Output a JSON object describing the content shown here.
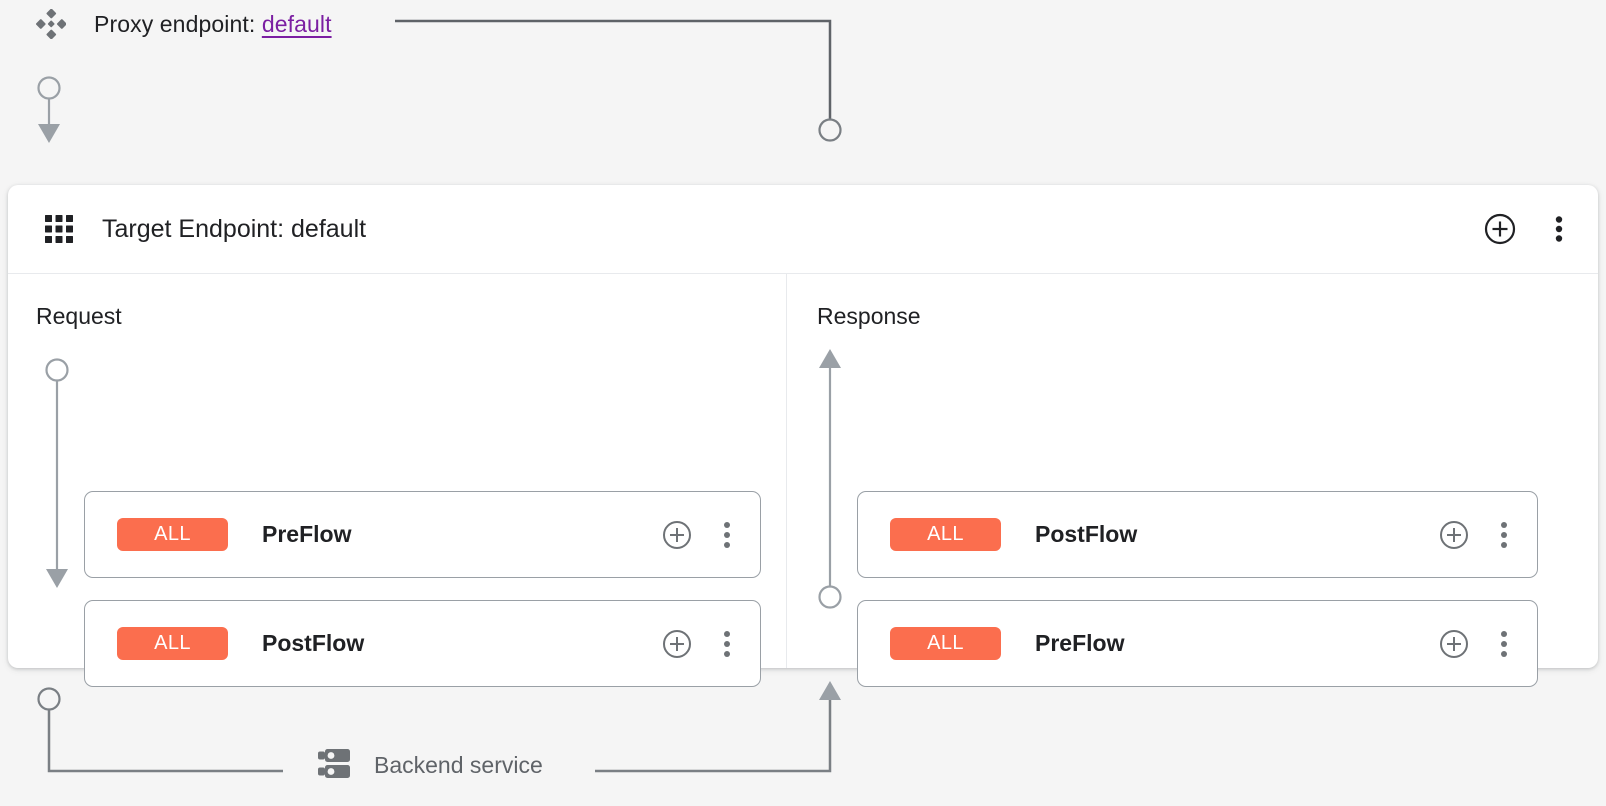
{
  "canvas": {
    "background": "#F5F5F5",
    "panel_background": "#FFFFFF",
    "accent_orange": "#FB6E4E",
    "link_purple": "#7B1FA2",
    "connector_gray": "#5F6368",
    "text_primary": "#202124",
    "text_secondary": "#5F6368"
  },
  "proxy": {
    "icon": "proxy-endpoint-diamond-icon",
    "label_prefix": "Proxy endpoint:",
    "endpoint_name": "default"
  },
  "target_panel": {
    "icon": "grid-apps-icon",
    "title": "Target Endpoint: default",
    "actions": [
      {
        "icon": "plus-circle-icon",
        "name": "add-policy-button"
      },
      {
        "icon": "more-vert-icon",
        "name": "panel-overflow-menu-button"
      }
    ],
    "columns": [
      {
        "title": "Request",
        "direction": "down",
        "flows": [
          {
            "badge": "ALL",
            "name": "PreFlow",
            "badge_color": "#FB6E4E"
          },
          {
            "badge": "ALL",
            "name": "PostFlow",
            "badge_color": "#FB6E4E"
          }
        ]
      },
      {
        "title": "Response",
        "direction": "up",
        "flows": [
          {
            "badge": "ALL",
            "name": "PostFlow",
            "badge_color": "#FB6E4E"
          },
          {
            "badge": "ALL",
            "name": "PreFlow",
            "badge_color": "#FB6E4E"
          }
        ]
      }
    ],
    "card_actions": [
      {
        "icon": "plus-circle-icon",
        "name": "add-step-button"
      },
      {
        "icon": "more-vert-icon",
        "name": "flow-overflow-menu-button"
      }
    ]
  },
  "backend": {
    "icon": "server-stack-icon",
    "label": "Backend service"
  }
}
